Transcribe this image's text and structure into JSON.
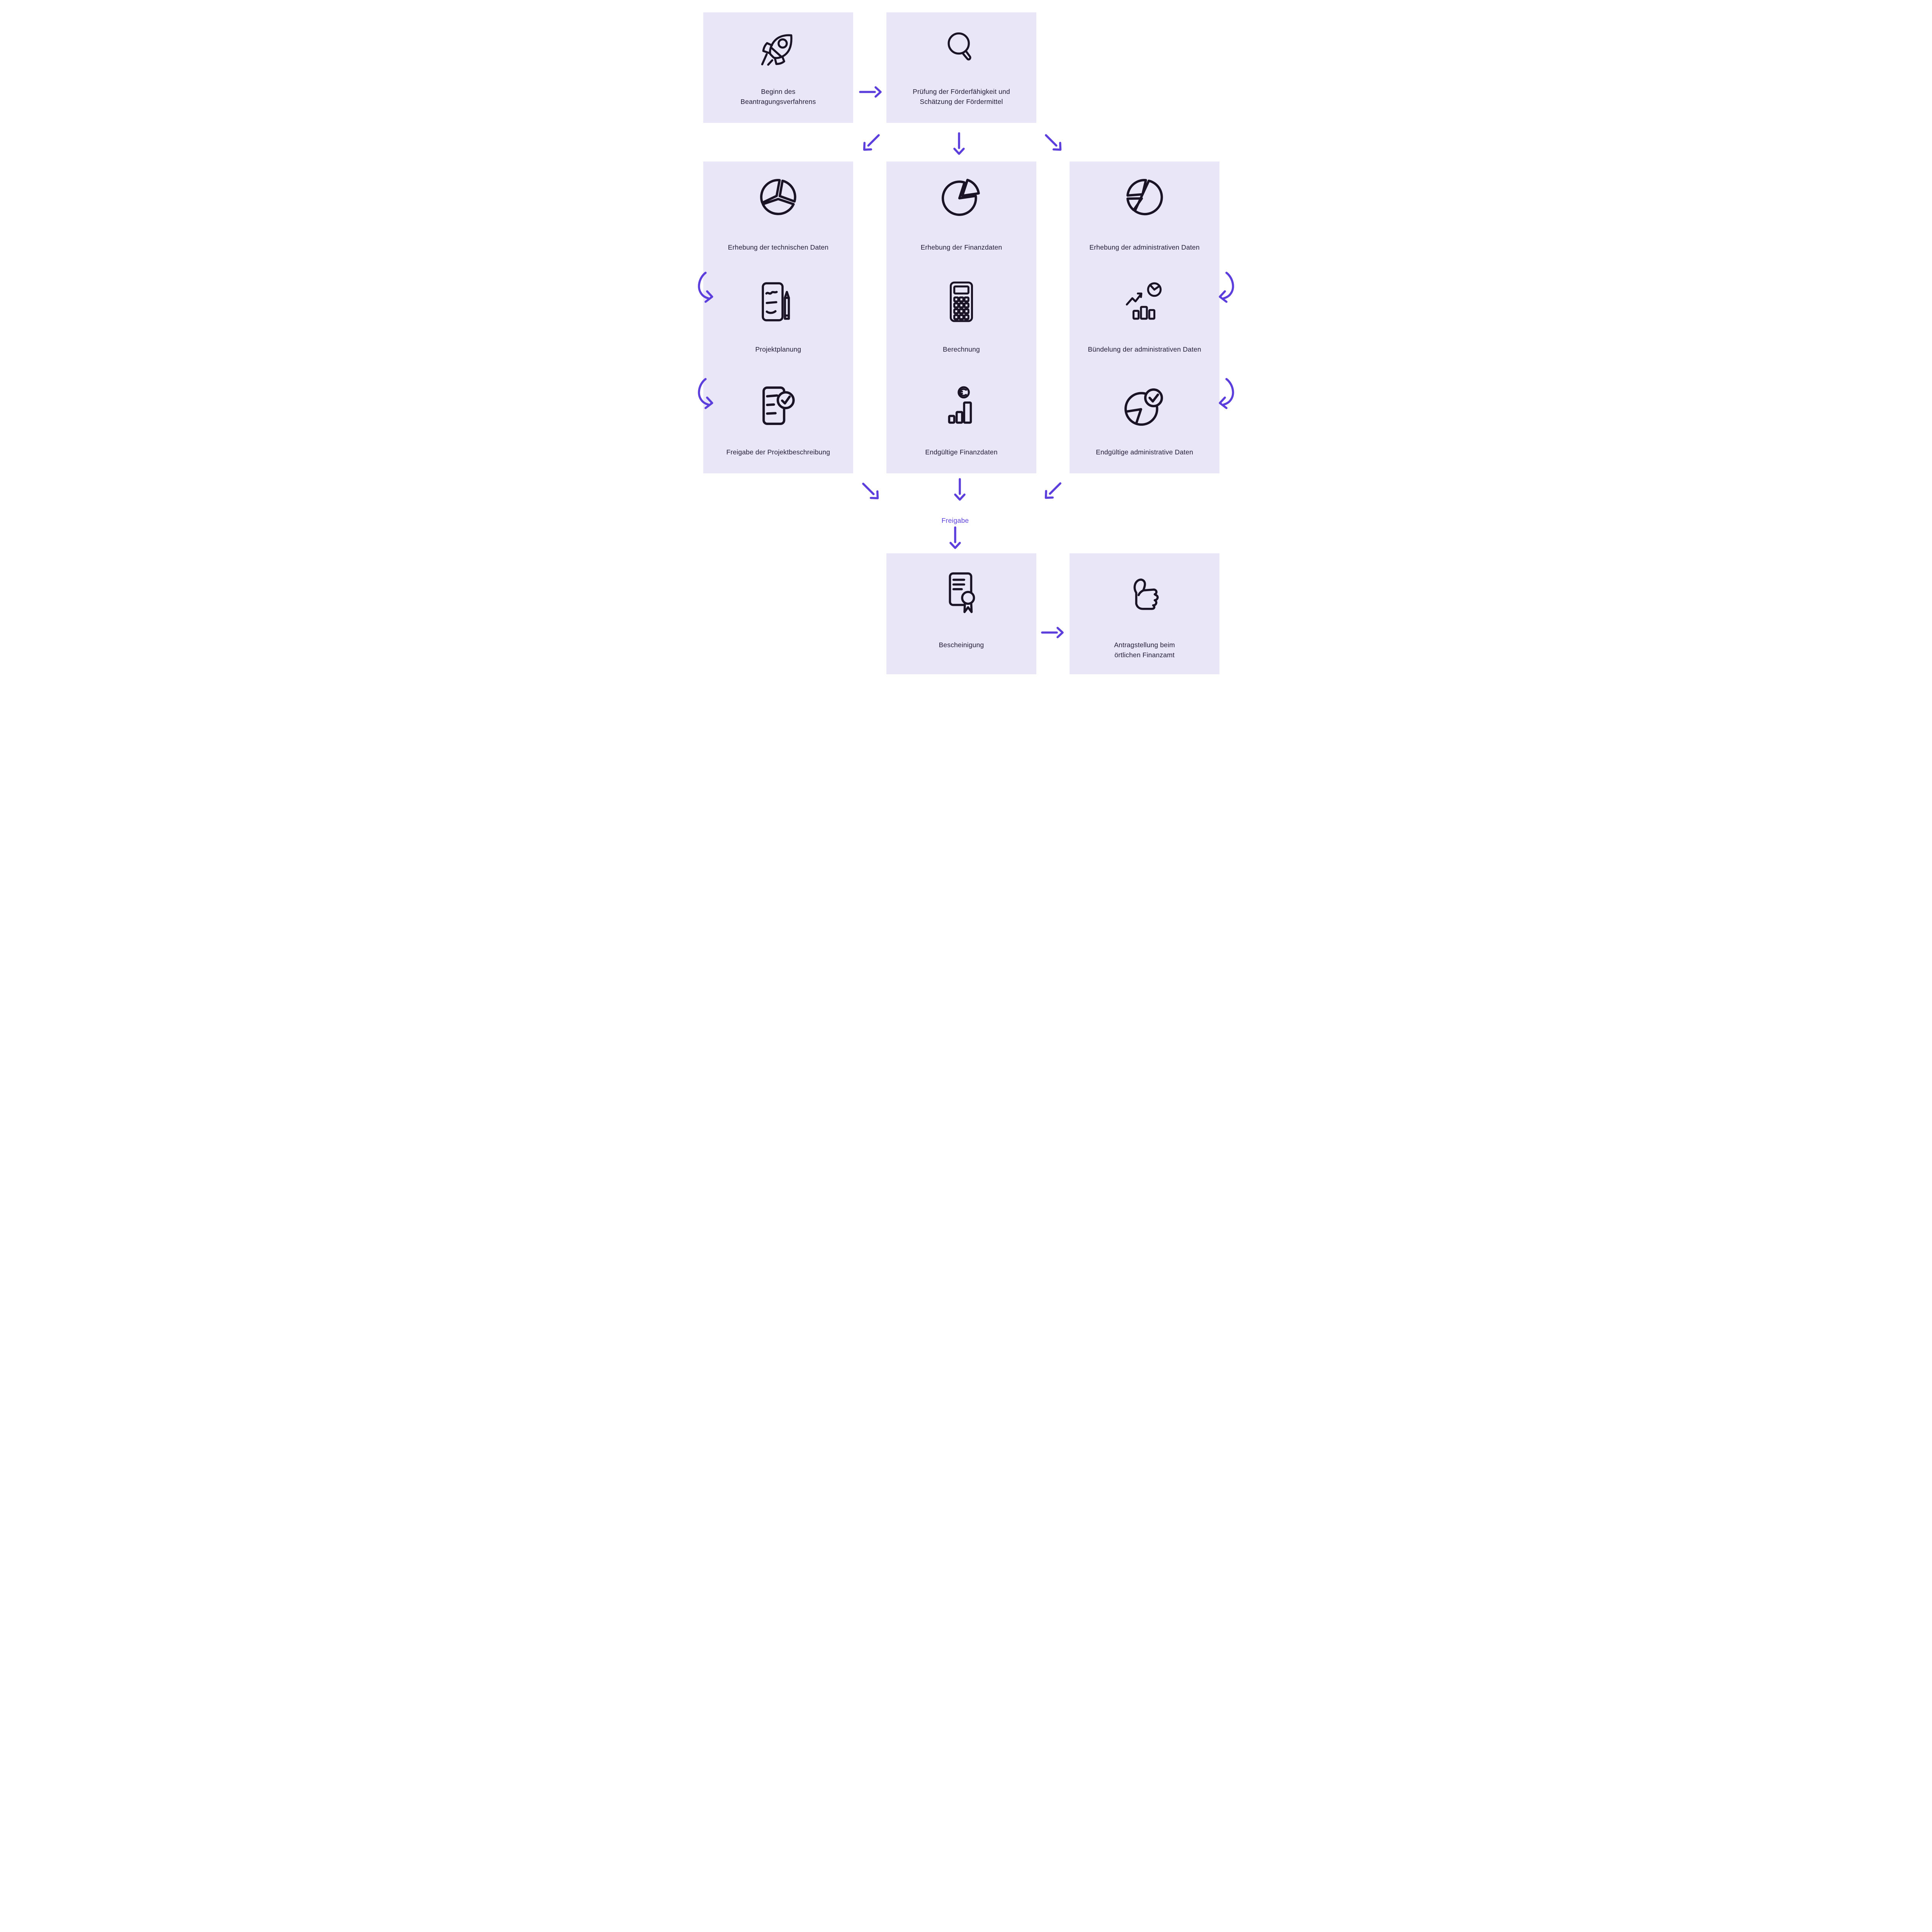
{
  "colors": {
    "background": "#ffffff",
    "node_bg": "#E9E6F7",
    "arrow": "#5B3EDC",
    "text": "#221B36",
    "icon_stroke": "#1A1326"
  },
  "nodes": {
    "start": {
      "label": "Beginn des Beantragungsverfahrens"
    },
    "assessment": {
      "label": "Prüfung der Förderfähigkeit und Schätzung der Fördermittel"
    },
    "columns": [
      {
        "steps": [
          {
            "label": "Erhebung der technischen Daten"
          },
          {
            "label": "Projektplanung"
          },
          {
            "label": "Freigabe der Projektbeschreibung"
          }
        ]
      },
      {
        "steps": [
          {
            "label": "Erhebung der Finanzdaten"
          },
          {
            "label": "Berechnung"
          },
          {
            "label": "Endgültige Finanzdaten"
          }
        ]
      },
      {
        "steps": [
          {
            "label": "Erhebung der administrativen Daten"
          },
          {
            "label": "Bündelung der administrativen Daten"
          },
          {
            "label": "Endgültige administrative Daten"
          }
        ]
      }
    ],
    "gate": {
      "label": "Freigabe"
    },
    "certificate": {
      "label": "Bescheinigung"
    },
    "submission": {
      "label": "Antragstellung beim örtlichen Finanzamt"
    }
  }
}
